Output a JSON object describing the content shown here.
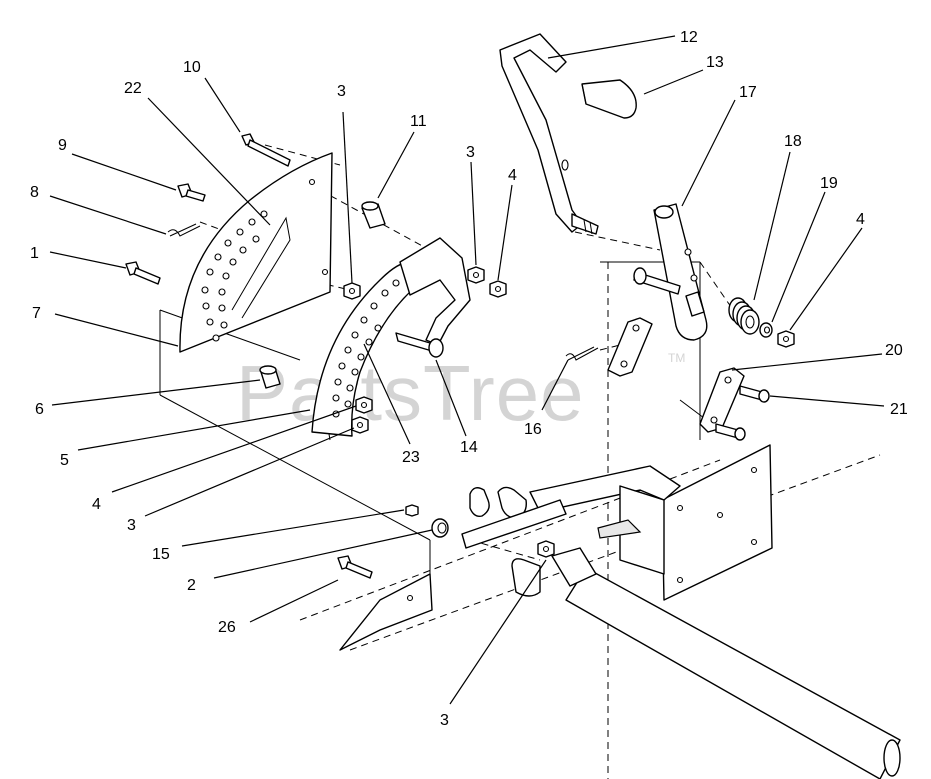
{
  "watermark": {
    "text": "PartsTree",
    "trademark": "TM"
  },
  "callouts": [
    {
      "id": "c12",
      "label": "12"
    },
    {
      "id": "c13",
      "label": "13"
    },
    {
      "id": "c17",
      "label": "17"
    },
    {
      "id": "c10",
      "label": "10"
    },
    {
      "id": "c22",
      "label": "22"
    },
    {
      "id": "c3a",
      "label": "3"
    },
    {
      "id": "c11",
      "label": "11"
    },
    {
      "id": "c3b",
      "label": "3"
    },
    {
      "id": "c4a",
      "label": "4"
    },
    {
      "id": "c18",
      "label": "18"
    },
    {
      "id": "c19",
      "label": "19"
    },
    {
      "id": "c4b",
      "label": "4"
    },
    {
      "id": "c9",
      "label": "9"
    },
    {
      "id": "c8",
      "label": "8"
    },
    {
      "id": "c1",
      "label": "1"
    },
    {
      "id": "c7",
      "label": "7"
    },
    {
      "id": "c20",
      "label": "20"
    },
    {
      "id": "c21",
      "label": "21"
    },
    {
      "id": "c6",
      "label": "6"
    },
    {
      "id": "c16",
      "label": "16"
    },
    {
      "id": "c14",
      "label": "14"
    },
    {
      "id": "c23",
      "label": "23"
    },
    {
      "id": "c5",
      "label": "5"
    },
    {
      "id": "c4c",
      "label": "4"
    },
    {
      "id": "c3c",
      "label": "3"
    },
    {
      "id": "c15",
      "label": "15"
    },
    {
      "id": "c2",
      "label": "2"
    },
    {
      "id": "c26",
      "label": "26"
    },
    {
      "id": "c3d",
      "label": "3"
    }
  ]
}
